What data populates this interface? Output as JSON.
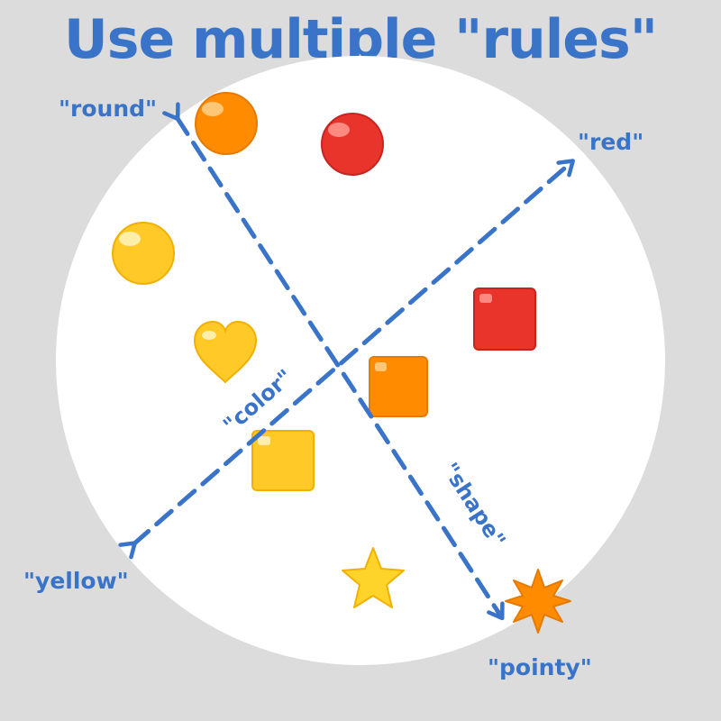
{
  "title": "Use multiple \"rules\"",
  "labels": {
    "round": "\"round\"",
    "red": "\"red\"",
    "yellow": "\"yellow\"",
    "pointy": "\"pointy\"",
    "color": "\"color\"",
    "shape": "\"shape\""
  },
  "colors": {
    "background": "#dcdcdc",
    "circle": "#ffffff",
    "accent": "#3a74c8",
    "red": "#e8342b",
    "orange": "#ff8c00",
    "yellow": "#ffc928"
  },
  "items": [
    {
      "shape": "circle",
      "color": "orange"
    },
    {
      "shape": "circle",
      "color": "red"
    },
    {
      "shape": "circle",
      "color": "yellow"
    },
    {
      "shape": "heart",
      "color": "yellow"
    },
    {
      "shape": "square",
      "color": "red"
    },
    {
      "shape": "square",
      "color": "orange"
    },
    {
      "shape": "square",
      "color": "yellow"
    },
    {
      "shape": "star",
      "color": "yellow"
    },
    {
      "shape": "burst",
      "color": "orange"
    }
  ]
}
